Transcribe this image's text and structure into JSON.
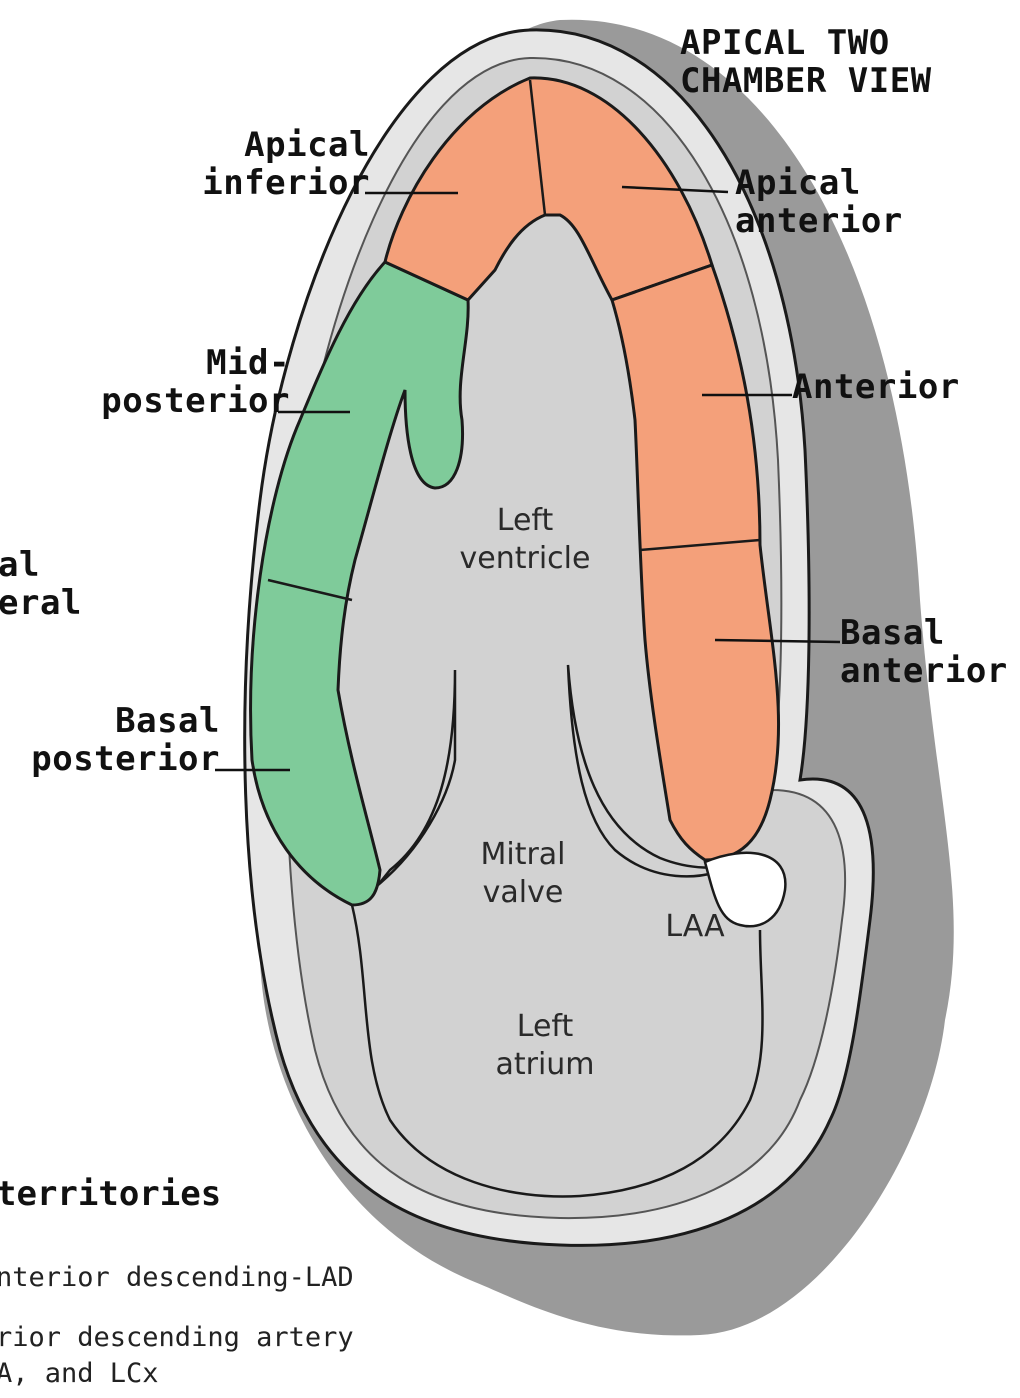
{
  "view_title": {
    "line1": "APICAL TWO",
    "line2": "CHAMBER VIEW"
  },
  "segments": {
    "apical_inferior": {
      "line1": "Apical",
      "line2": "inferior",
      "territory": "orange"
    },
    "apical_anterior": {
      "line1": "Apical",
      "line2": "anterior",
      "territory": "orange"
    },
    "anterior": {
      "line1": "Anterior",
      "territory": "orange"
    },
    "basal_anterior": {
      "line1": "Basal",
      "line2": "anterior",
      "territory": "orange"
    },
    "mid_posterior": {
      "line1": "Mid-",
      "line2": "posterior",
      "territory": "green"
    },
    "basal_posterior": {
      "line1": "Basal",
      "line2": "posterior",
      "territory": "green"
    }
  },
  "structures": {
    "left_ventricle": {
      "line1": "Left",
      "line2": "ventricle"
    },
    "mitral_valve": {
      "line1": "Mitral",
      "line2": "valve"
    },
    "laa": "LAA",
    "left_atrium": {
      "line1": "Left",
      "line2": "atrium"
    }
  },
  "cut_off_labels": {
    "line1": "al",
    "line2": "eral"
  },
  "legend": {
    "title": "territories",
    "line1": "nterior descending-LAD",
    "line2": "rior descending artery",
    "line3": "A, and LCx"
  },
  "colors": {
    "orange": "#f4a07a",
    "green": "#7fcb9a",
    "wall_gray": "#e6e6e6",
    "shadow_gray": "#9a9a9a",
    "outline": "#1a1a1a"
  }
}
